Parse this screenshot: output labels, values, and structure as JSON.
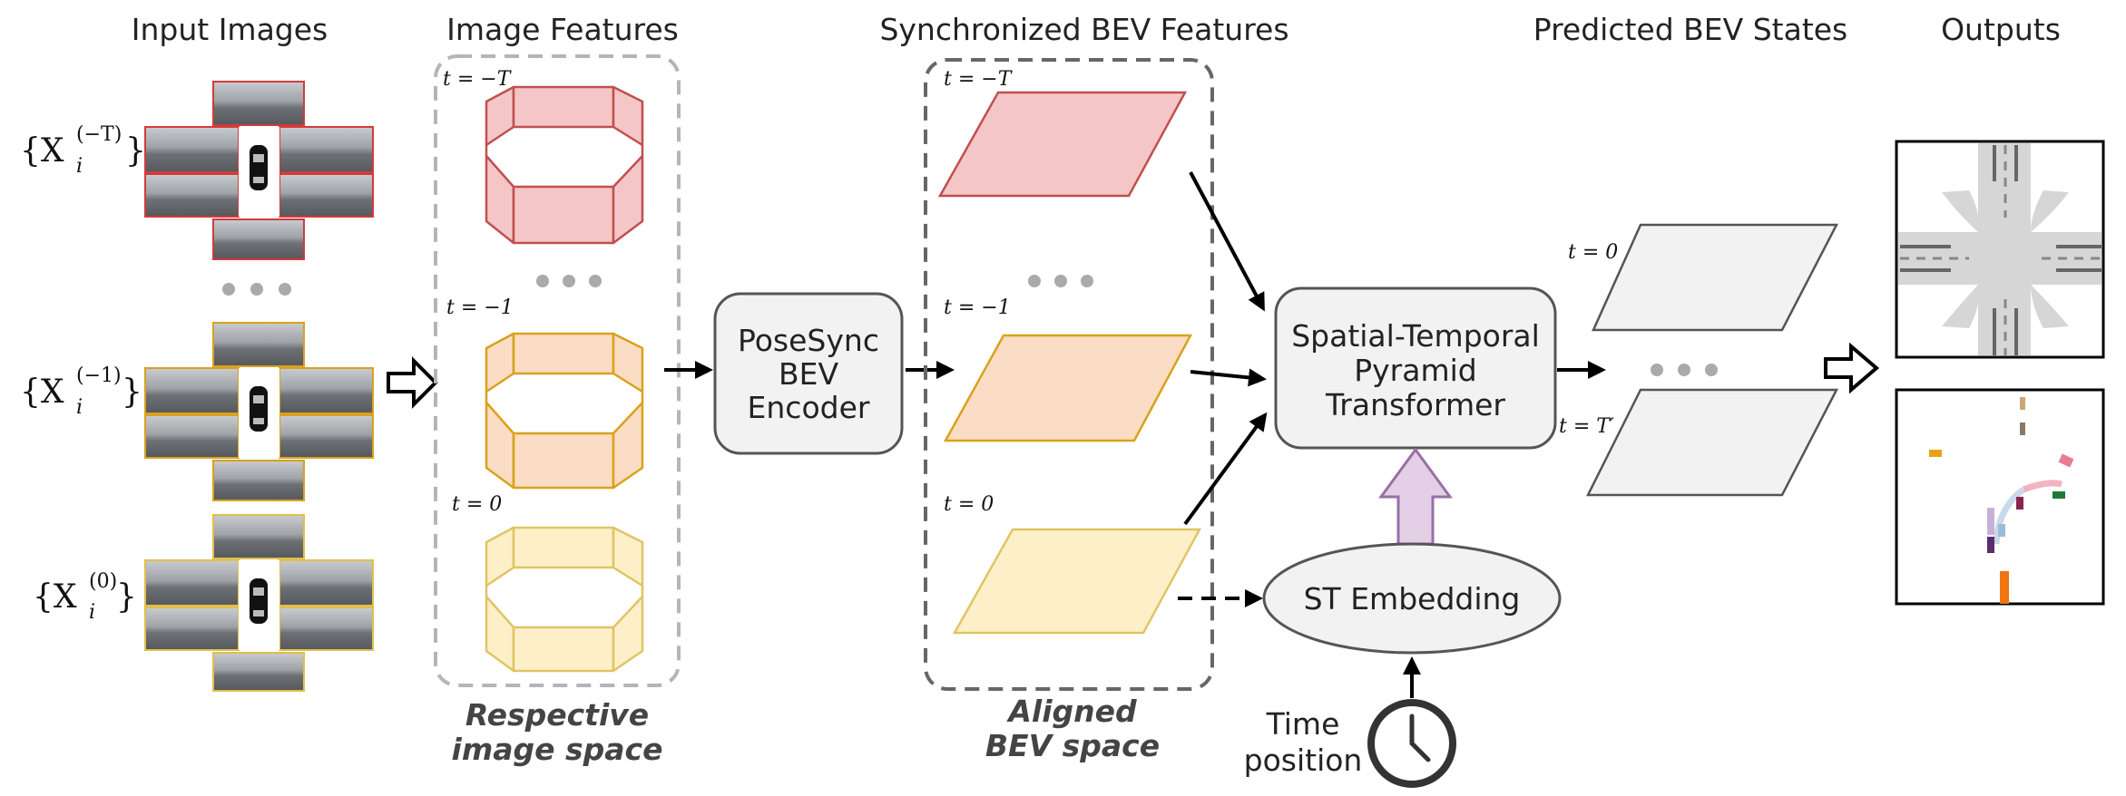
{
  "headers": {
    "input_images": "Input Images",
    "image_features": "Image Features",
    "sync_bev_features": "Synchronized BEV Features",
    "predicted_bev_states": "Predicted BEV States",
    "outputs": "Outputs"
  },
  "input_labels": [
    {
      "base": "{X",
      "sub": "i",
      "sup": "(−T)",
      "close": "}"
    },
    {
      "base": "{X",
      "sub": "i",
      "sup": "(−1)",
      "close": "}"
    },
    {
      "base": "{X",
      "sub": "i",
      "sup": "(0)",
      "close": "}"
    }
  ],
  "time_labels": {
    "t_neg_T": "t = −T",
    "t_neg_1": "t = −1",
    "t_0": "t = 0",
    "t_T_prime": "t = T′"
  },
  "encoder": {
    "line1": "PoseSync",
    "line2": "BEV",
    "line3": "Encoder"
  },
  "transformer": {
    "line1": "Spatial-Temporal",
    "line2": "Pyramid",
    "line3": "Transformer"
  },
  "st_embedding": "ST Embedding",
  "time_position": {
    "line1": "Time",
    "line2": "position"
  },
  "captions": {
    "image_space_1": "Respective",
    "image_space_2": "image space",
    "bev_space_1": "Aligned",
    "bev_space_2": "BEV space"
  },
  "colors": {
    "red_fill": "#f5c6c8",
    "red_stroke": "#c0504d",
    "orange_fill": "#fbdcc4",
    "orange_stroke": "#d9a21b",
    "yellow_fill": "#fdf0c8",
    "yellow_stroke": "#e0c465",
    "gray_fill": "#f2f2f2",
    "gray_stroke": "#555555",
    "embed_arrow": "#e3cfe6"
  },
  "icons": [
    "ego-car-icon",
    "clock-icon",
    "hollow-arrow-icon",
    "ellipsis-dots"
  ]
}
